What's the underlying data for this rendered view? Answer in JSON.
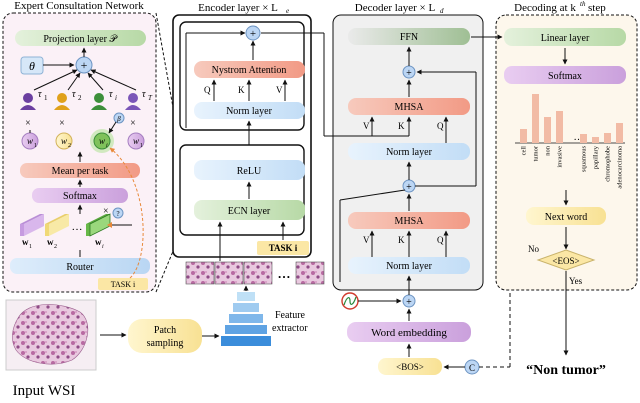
{
  "colors": {
    "green": "#cfe6c3",
    "green_dark": "#8fbf79",
    "orange_grad_start": "#f6c3b8",
    "orange_grad_end": "#f3a38e",
    "blue": "#d6e9fb",
    "yellow": "#fdf0b5",
    "purple": "#d9b1e6",
    "bar": "#f2bba5",
    "bg_pink": "#fbf1f7",
    "bg_grey": "#f0f0f0",
    "bg_cream": "#fdf7ec",
    "plus": "#bcd6f4"
  },
  "panels": {
    "ecn_title": "Expert Consultation Network",
    "encoder_title": "Encoder layer × L",
    "encoder_sub": "e",
    "decoder_title": "Decoder layer × L",
    "decoder_sub": "d",
    "decoding_title": "Decoding at k",
    "decoding_sup": "th",
    "decoding_tail": " step"
  },
  "ecn": {
    "projection": "Projection layer 𝒫",
    "theta": "θ",
    "tau_labels": [
      "τ",
      "τ",
      "τ",
      "τ"
    ],
    "tau_subs": [
      "1",
      "2",
      "i",
      "T"
    ],
    "weights": [
      "w",
      "w",
      "w",
      "w"
    ],
    "weight_subs": [
      "1",
      "2",
      "i",
      "1"
    ],
    "beta": "β",
    "times": "×",
    "mean": "Mean per task",
    "softmax": "Softmax",
    "router": "Router",
    "task": "TASK i",
    "w_labels": [
      "w",
      "w",
      "w"
    ],
    "w_subs": [
      "1",
      "2",
      "i"
    ],
    "question": "?",
    "dots": "…"
  },
  "encoder": {
    "attention": "Nystrom Attention",
    "q": "Q",
    "k": "K",
    "v": "V",
    "norm": "Norm layer",
    "relu": "ReLU",
    "ecn_layer": "ECN layer",
    "task": "TASK i"
  },
  "decoder": {
    "ffn": "FFN",
    "mhsa": "MHSA",
    "norm": "Norm layer",
    "v": "V",
    "k": "K",
    "q": "Q",
    "word_embedding": "Word embedding",
    "bos": "<BOS>",
    "c": "C"
  },
  "decoding": {
    "linear": "Linear layer",
    "softmax": "Softmax",
    "next_word": "Next word",
    "eos": "<EOS>",
    "no": "No",
    "yes": "Yes",
    "result": "“Non tumor”",
    "dots": "…"
  },
  "bottom": {
    "input_wsi": "Input WSI",
    "patch_sampling_1": "Patch",
    "patch_sampling_2": "sampling",
    "feature_1": "Feature",
    "feature_2": "extractor",
    "dots": "…"
  },
  "chart_data": {
    "type": "bar",
    "categories": [
      "cell",
      "tumor",
      "non",
      "invasive",
      "…",
      "squamous",
      "papillary",
      "chromophobe",
      "adenocarcinoma"
    ],
    "values": [
      0.28,
      0.98,
      0.52,
      0.64,
      null,
      0.18,
      0.12,
      0.2,
      0.4
    ],
    "xlabel": "",
    "ylabel": "",
    "ylim": [
      0,
      1
    ],
    "grid": false
  }
}
